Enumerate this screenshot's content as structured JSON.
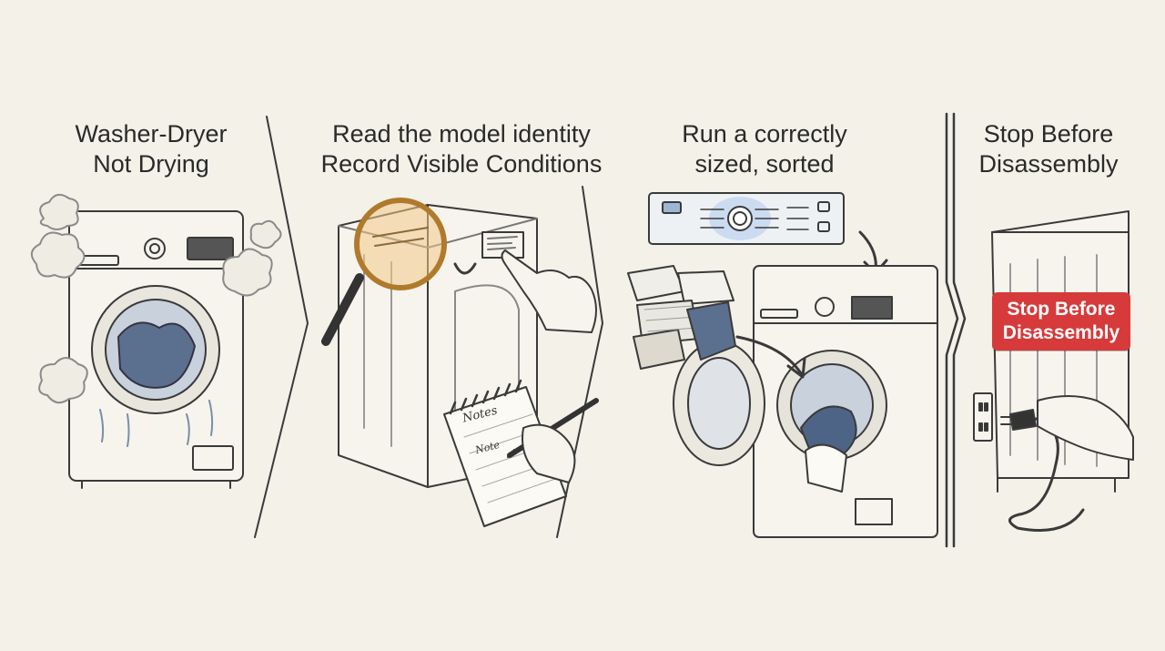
{
  "panels": [
    {
      "title_lines": [
        "Washer-Dryer",
        "Not Drying"
      ]
    },
    {
      "title_lines": [
        "Read the model identity",
        "Record Visible Conditions"
      ],
      "notepad": {
        "heading": "Notes",
        "line_label": "Note"
      }
    },
    {
      "title_lines": [
        "Run a correctly",
        "sized, sorted"
      ]
    },
    {
      "title_lines": [
        "Stop Before",
        "Disassembly"
      ],
      "badge_lines": [
        "Stop Before",
        "Disassembly"
      ]
    }
  ],
  "colors": {
    "background": "#f3f1e8",
    "ink": "#3a3a3a",
    "badge": "#d63a3a",
    "fabric": "#5b6f8e",
    "magnifier_lens": "#f3c98a",
    "control_glow": "#9fc3ee"
  },
  "icons": [
    "washer-dryer",
    "steam-puff",
    "magnifying-glass",
    "pointing-hand",
    "notepad",
    "pencil",
    "control-panel",
    "clothes-stack",
    "arrow",
    "wall-outlet",
    "power-plug"
  ]
}
